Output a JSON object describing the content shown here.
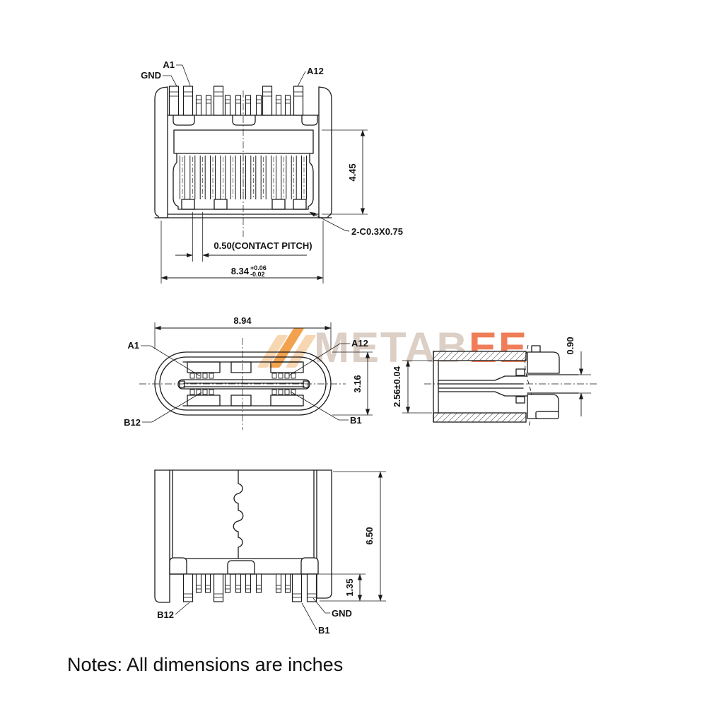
{
  "drawing": {
    "top_view": {
      "pin_labels": {
        "gnd": "GND",
        "a1": "A1",
        "a12": "A12"
      },
      "dims": {
        "height": "4.45",
        "chamfer": "2-C0.3X0.75",
        "contact_pitch": "0.50(CONTACT PITCH)",
        "body_width": "8.34",
        "body_width_tol_upper": "+0.06",
        "body_width_tol_lower": "-0.02"
      }
    },
    "front_view": {
      "pin_labels": {
        "a1": "A1",
        "a12": "A12",
        "b12": "B12",
        "b1": "B1"
      },
      "dims": {
        "width": "8.94",
        "height": "3.16"
      }
    },
    "side_view": {
      "dims": {
        "opening_height": "2.56±0.04",
        "lead_thickness": "0.90"
      }
    },
    "bottom_view": {
      "pin_labels": {
        "b12": "B12",
        "b1": "B1",
        "gnd": "GND"
      },
      "dims": {
        "overall_height": "6.50",
        "lead_length": "1.35"
      }
    },
    "notes": "Notes: All dimensions are inches",
    "watermark": {
      "text_main": "METAB",
      "text_accent": "EE",
      "color_main": "#dccfc6",
      "color_accent": "#ef7e58",
      "logo_color_a": "#f2a24e",
      "logo_color_b": "#f7d6b2"
    }
  }
}
